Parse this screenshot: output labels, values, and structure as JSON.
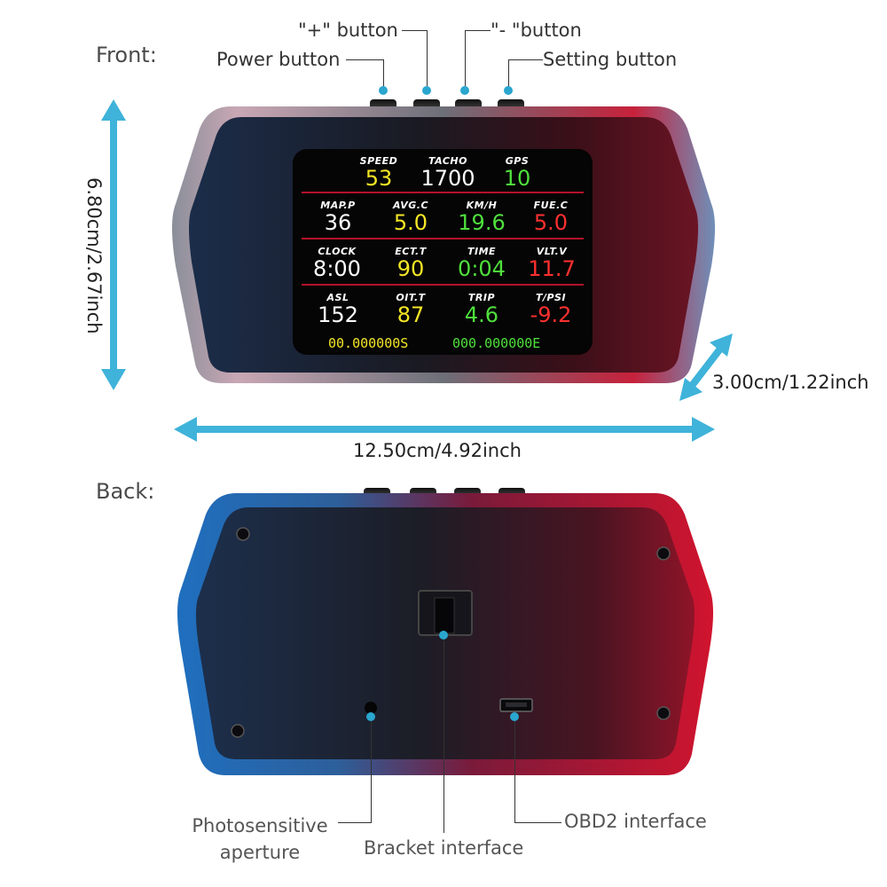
{
  "front": {
    "section_label": "Front:",
    "buttons": {
      "plus": "\"+\" button",
      "minus": "\"- \"button",
      "power": "Power button",
      "setting": "Setting button"
    },
    "dimensions": {
      "height": "6.80cm/2.67inch",
      "width": "12.50cm/4.92inch",
      "depth": "3.00cm/1.22inch"
    },
    "screen": {
      "row1": [
        {
          "label": "SPEED",
          "value": "53",
          "color": "#f4e626"
        },
        {
          "label": "TACHO",
          "value": "1700",
          "color": "#ffffff"
        },
        {
          "label": "GPS",
          "value": "10",
          "color": "#4fe03d"
        }
      ],
      "row2": [
        {
          "label": "MAP.P",
          "value": "36",
          "color": "#ffffff"
        },
        {
          "label": "AVG.C",
          "value": "5.0",
          "color": "#f4e626"
        },
        {
          "label": "KM/H",
          "value": "19.6",
          "color": "#4fe03d"
        },
        {
          "label": "FUE.C",
          "value": "5.0",
          "color": "#ff3030"
        }
      ],
      "row3": [
        {
          "label": "CLOCK",
          "value": "8:00",
          "color": "#ffffff"
        },
        {
          "label": "ECT.T",
          "value": "90",
          "color": "#f4e626"
        },
        {
          "label": "TIME",
          "value": "0:04",
          "color": "#4fe03d"
        },
        {
          "label": "VLT.V",
          "value": "11.7",
          "color": "#ff3030"
        }
      ],
      "row4": [
        {
          "label": "ASL",
          "value": "152",
          "color": "#ffffff"
        },
        {
          "label": "OIT.T",
          "value": "87",
          "color": "#f4e626"
        },
        {
          "label": "TRIP",
          "value": "4.6",
          "color": "#4fe03d"
        },
        {
          "label": "T/PSI",
          "value": "-9.2",
          "color": "#ff3030"
        }
      ],
      "latitude": "00.000000S",
      "longitude": "000.000000E"
    }
  },
  "back": {
    "section_label": "Back:",
    "callouts": {
      "photosensitive": "Photosensitive aperture",
      "bracket": "Bracket interface",
      "obd2": "OBD2 interface"
    }
  },
  "colors": {
    "accent": "#2aa6cf",
    "shell_red": "#c8102e",
    "shell_blue": "#1f6fbf"
  }
}
